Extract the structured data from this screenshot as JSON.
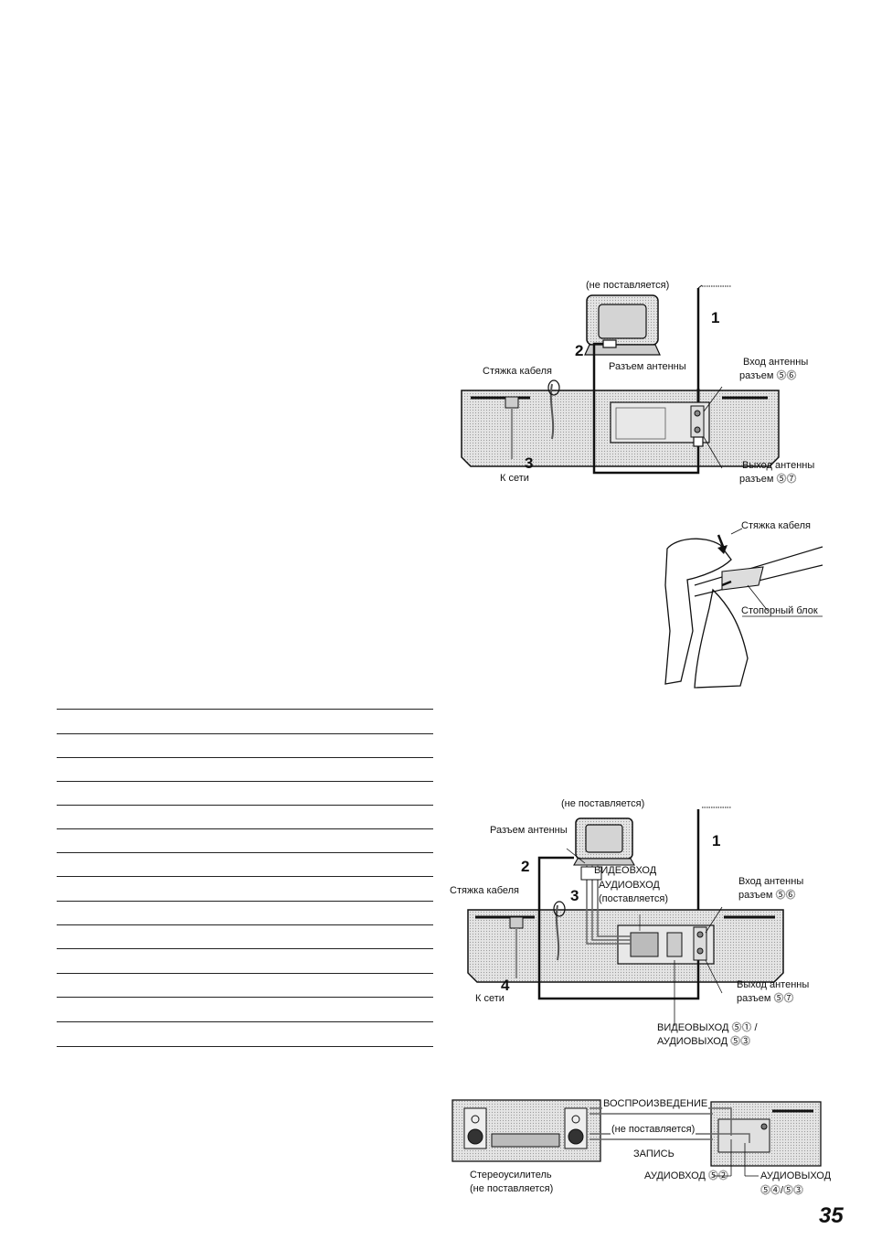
{
  "page": {
    "number": "35"
  },
  "figure1": {
    "tv_note": "(не поставляется)",
    "antenna_jack": "Разъем антенны",
    "cable_tie": "Стяжка кабеля",
    "ant_in_1": "Вход антенны",
    "ant_in_2": "разъем ⓹⓺",
    "ant_out_1": "Выход антенны",
    "ant_out_2": "разъем ⓹⓻",
    "to_mains": "К сети",
    "step1": "1",
    "step2": "2",
    "step3": "3"
  },
  "figure2": {
    "cable_tie": "Стяжка кабеля",
    "stopper": "Стопорный блок"
  },
  "figure3": {
    "tv_note": "(не поставляется)",
    "antenna_jack": "Разъем антенны",
    "video_in": "ВИДЕОВХОД",
    "audio_in": "АУДИОВХОД",
    "supplied": "(поставляется)",
    "cable_tie": "Стяжка кабеля",
    "ant_in_1": "Вход антенны",
    "ant_in_2": "разъем ⓹⓺",
    "ant_out_1": "Выход антенны",
    "ant_out_2": "разъем ⓹⓻",
    "to_mains": "К сети",
    "video_out": "ВИДЕОВЫХОД ⓹⓵ /",
    "audio_out": "АУДИОВЫХОД ⓹⓷",
    "step1": "1",
    "step2": "2",
    "step3": "3",
    "step4": "4"
  },
  "figure4": {
    "playback": "ВОСПРОИЗВЕДЕНИЕ",
    "not_supplied": "(не поставляется)",
    "record": "ЗАПИСЬ",
    "amp_1": "Стереоусилитель",
    "amp_2": "(не поставляется)",
    "audio_in": "АУДИОВХОД ⓹⓶",
    "audio_out_1": "АУДИОВЫХОД",
    "audio_out_2": "⓹⓸/⓹⓷"
  },
  "colors": {
    "ink": "#111111",
    "screen": "#d4d4d4",
    "panel": "#e2e2e2"
  }
}
